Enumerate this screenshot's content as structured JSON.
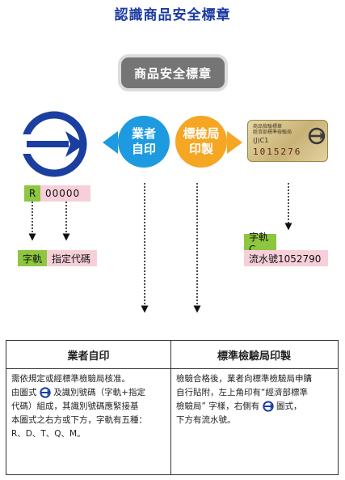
{
  "title": "認識商品安全標章",
  "root": {
    "label": "商品安全標章"
  },
  "left_node": {
    "line1": "業者",
    "line2": "自印"
  },
  "right_node": {
    "line1": "標檢局",
    "line2": "印製"
  },
  "left_code": {
    "prefix": "R",
    "number": "00000"
  },
  "left_labels": {
    "a": "字軌",
    "b": "指定代碼"
  },
  "sticker": {
    "line1": "商品檢驗標章",
    "line2": "經濟部標準檢驗局",
    "line3": "(J)C1",
    "serial": "1015276"
  },
  "right_labels": {
    "a": "字軌C",
    "b": "流水號1052790"
  },
  "table": {
    "col1_header": "業者自印",
    "col2_header": "標準檢驗局印製",
    "col1_body": {
      "l1": "需依規定或經標準檢驗局核准。",
      "l2a": "由圖式",
      "l2b": "及識別號碼（字軌+指定",
      "l3": "代碼）組成，其識別號碼應緊接基",
      "l4": "本圖式之右方或下方，字軌有五種：",
      "l5": "R、D、T、Q、M。"
    },
    "col2_body": {
      "l1": "檢驗合格後，業者向標準檢驗局申購",
      "l2": "自行貼附，左上角印有“經濟部標準",
      "l3a": "檢驗局”  字樣，右側有",
      "l3b": "圖式，",
      "l4": "下方有流水號。"
    }
  },
  "colors": {
    "blue": "#1e9be0",
    "orange": "#f5a623",
    "mark_blue": "#1b3fa0",
    "green": "#8dc63f",
    "pink": "#f6cfd9",
    "gray_box": "#757575"
  }
}
